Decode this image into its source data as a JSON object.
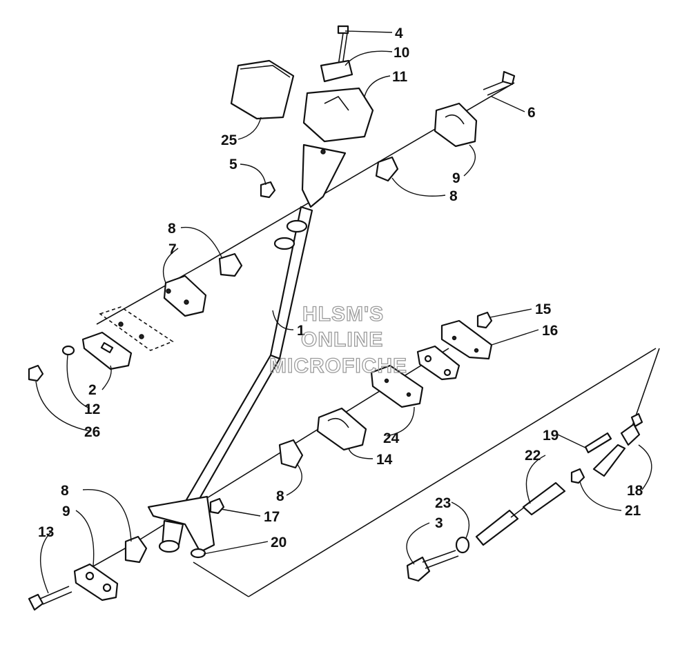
{
  "watermark": {
    "line1": "HLSM'S",
    "line2": "ONLINE",
    "line3": "MICROFICHE"
  },
  "callouts": {
    "c1": "1",
    "c2": "2",
    "c3": "3",
    "c4": "4",
    "c5": "5",
    "c6": "6",
    "c7": "7",
    "c8a": "8",
    "c8b": "8",
    "c8c": "8",
    "c8d": "8",
    "c9a": "9",
    "c9b": "9",
    "c10": "10",
    "c11": "11",
    "c12": "12",
    "c13": "13",
    "c14": "14",
    "c15": "15",
    "c16": "16",
    "c17": "17",
    "c18": "18",
    "c19": "19",
    "c20": "20",
    "c21": "21",
    "c22": "22",
    "c23": "23",
    "c24": "24",
    "c25": "25",
    "c26": "26"
  }
}
